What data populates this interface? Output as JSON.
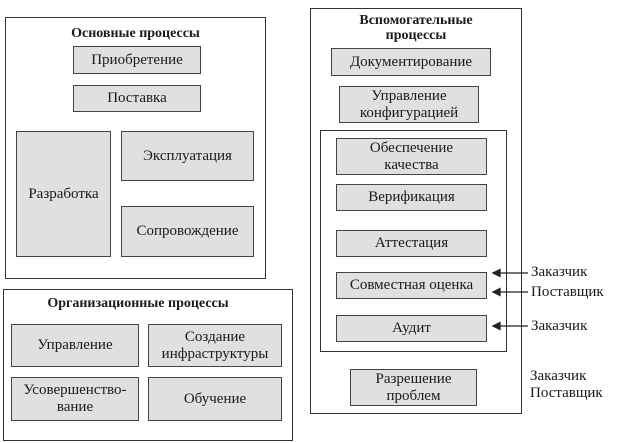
{
  "main_processes": {
    "title": "Основные процессы",
    "items": {
      "acquisition": "Приобретение",
      "supply": "Поставка",
      "development": "Разработка",
      "operation": "Эксплуатация",
      "maintenance": "Сопровождение"
    }
  },
  "organizational_processes": {
    "title": "Организационные процессы",
    "items": {
      "management": "Управление",
      "infrastructure": "Создание\nинфраструктуры",
      "improvement": "Усовершенство-\nвание",
      "training": "Обучение"
    }
  },
  "supporting_processes": {
    "title": "Вспомогательные\nпроцессы",
    "items": {
      "documentation": "Документирование",
      "configuration_management": "Управление\nконфигурацией",
      "quality_assurance": "Обеспечение\nкачества",
      "verification": "Верификация",
      "validation": "Аттестация",
      "joint_review": "Совместная оценка",
      "audit": "Аудит",
      "problem_resolution": "Разрешение\nпроблем"
    }
  },
  "roles": {
    "joint_review_customer": "Заказчик",
    "joint_review_supplier": "Поставщик",
    "audit_customer": "Заказчик",
    "problem_resolution": "Заказчик\nПоставщик"
  }
}
